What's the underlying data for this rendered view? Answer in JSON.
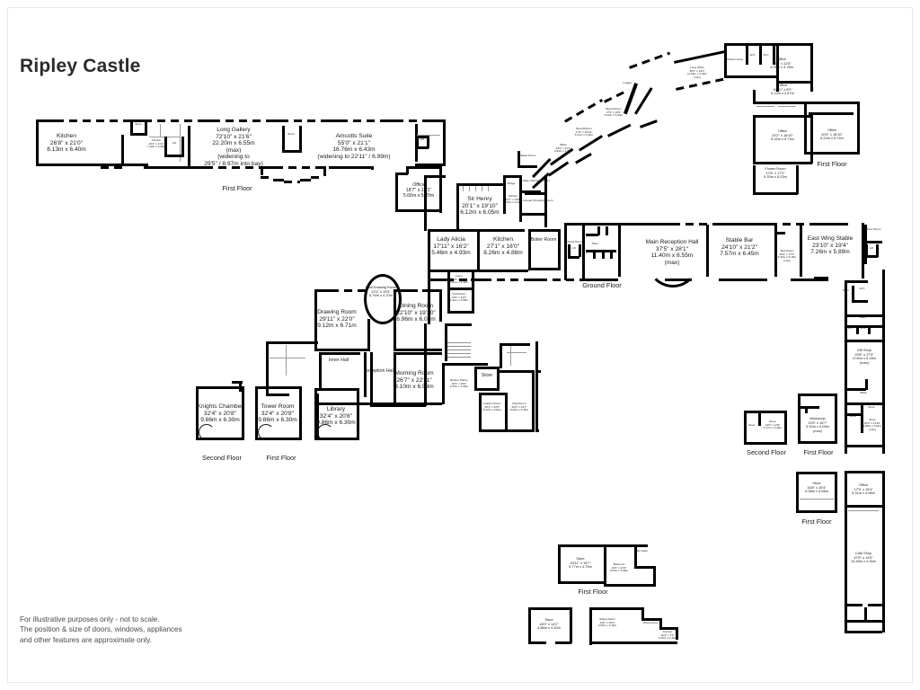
{
  "document": {
    "title": "Ripley Castle",
    "disclaimer": [
      "For illustrative purposes only - not to scale.",
      "The position & size of doors, windows, appliances",
      "and other features are approximate only."
    ]
  },
  "floor_labels": [
    {
      "id": "ff-long-gallery",
      "text": "First Floor"
    },
    {
      "id": "gf-main",
      "text": "Ground Floor"
    },
    {
      "id": "sf-knights",
      "text": "Second Floor"
    },
    {
      "id": "ff-tower",
      "text": "First Floor"
    },
    {
      "id": "ff-office-right",
      "text": "First Floor"
    },
    {
      "id": "sf-store-right",
      "text": "Second Floor"
    },
    {
      "id": "ff-workshop",
      "text": "First Floor"
    },
    {
      "id": "ff-store-right2",
      "text": "First Floor"
    },
    {
      "id": "ff-store-bottom",
      "text": "First Floor"
    }
  ],
  "rooms": {
    "kitchen_main": {
      "name": "Kitchen",
      "imperial": "26'8\" x 21'0\"",
      "metric": "8.13m x 6.40m"
    },
    "kitchen_small": {
      "name": "Kitchen",
      "imperial": "23'4\" x 11'2\"",
      "metric": "7.10m x 3.40m"
    },
    "store_gallery": {
      "name": "Store"
    },
    "lift_gallery": {
      "name": "Lift"
    },
    "long_gallery": {
      "name": "Long Gallery",
      "imperial": "72'10\" x 21'6\"",
      "metric": "22.20m x 6.55m",
      "note1": "(max)",
      "note2": "(widening to",
      "note3": "29'5\" / 8.97m into bay)"
    },
    "amcotts_suite": {
      "name": "Amcotts Suite",
      "imperial": "55'0\" x 21'1\"",
      "metric": "16.76m x 6.43m",
      "note1": "(widening to 22'11\" / 6.99m)"
    },
    "store_amcotts": {
      "name": "Store"
    },
    "lift_amcotts": {
      "name": "Lift"
    },
    "office_amcotts": {
      "name": "Office",
      "imperial": "18'7\" x 17'1\"",
      "metric": "5.66m x 5.20m"
    },
    "sir_henry": {
      "name": "Sir Henry",
      "imperial": "20'1\" x 19'10\"",
      "metric": "6.12m x 6.05m"
    },
    "lady_alicia": {
      "name": "Lady Alicia",
      "imperial": "17'11\" x 16'2\"",
      "metric": "5.46m x 4.93m"
    },
    "kitchen_centre": {
      "name": "Kitchen",
      "imperial": "27'1\" x 16'0\"",
      "metric": "8.26m x 4.88m"
    },
    "kitchen_tiny": {
      "name": "Kitchen",
      "imperial": "11'7\" x 10'6\"",
      "metric": "3.53m x 3.20m"
    },
    "fridge": {
      "name": "Fridge"
    },
    "male_changing": {
      "name": "Male Changing Room"
    },
    "female_changing": {
      "name": "Female Changing Room"
    },
    "boiler_room_c": {
      "name": "Boiler Room"
    },
    "linen": {
      "name": "Linen",
      "imperial": "12'6\" x 7'10\"",
      "metric": "3.81m x 2.39m"
    },
    "cold_room": {
      "name": "Cold Room",
      "imperial": "13'6\" x 12'0\"",
      "metric": "4.11m x 3.66m"
    },
    "butlers_pantry": {
      "name": "Butlers Pantry",
      "imperial": "16'2\" x 10'0\"",
      "metric": "4.93m x 3.05m"
    },
    "store_centre": {
      "name": "Store"
    },
    "garden_room": {
      "name": "Garden Room",
      "imperial": "20'1\" x 12'6\"",
      "metric": "6.12m x 3.81m"
    },
    "map_room": {
      "name": "Map Room",
      "imperial": "20'3\" x 14'7\"",
      "metric": "6.20m x 4.45m"
    },
    "oval_drawing": {
      "name": "Oval Drawing Room",
      "imperial": "22'2\" x 15'5\"",
      "metric": "6.76m x 4.70m"
    },
    "drawing_room": {
      "name": "Drawing Room",
      "imperial": "29'11\" x 22'0\"",
      "metric": "9.12m x 6.71m"
    },
    "dining_room": {
      "name": "Dining Room",
      "imperial": "22'10\" x 19'10\"",
      "metric": "6.96m x 6.05m"
    },
    "inner_hall": {
      "name": "Inner Hall"
    },
    "reception_hall": {
      "name": "Reception Hall"
    },
    "morning_room": {
      "name": "Morning Room",
      "imperial": "26'7\" x 22'11\"",
      "metric": "8.10m x 6.99m"
    },
    "knights_chamber": {
      "name": "Knights Chamber",
      "imperial": "32'4\" x 20'8\"",
      "metric": "9.86m x 6.30m"
    },
    "tower_room": {
      "name": "Tower Room",
      "imperial": "32'4\" x 20'8\"",
      "metric": "9.86m x 6.30m"
    },
    "library": {
      "name": "Library",
      "imperial": "32'4\" x 20'8\"",
      "metric": "9.86m x 6.30m"
    },
    "main_reception_hall": {
      "name": "Main Reception Hall",
      "imperial": "37'5\" x 28'1\"",
      "metric": "11.40m x 8.55m",
      "note1": "(max)"
    },
    "stable_bar": {
      "name": "Stable Bar",
      "imperial": "24'10\" x 21'2\"",
      "metric": "7.57m x 6.45m"
    },
    "east_wing_stable": {
      "name": "East Wing Stable",
      "imperial": "23'10\" x 19'4\"",
      "metric": "7.26m x 5.89m"
    },
    "tack_room": {
      "name": "Tack Room",
      "imperial": "20'2\" x 17'0\"",
      "metric": "6.15m x 5.18m",
      "note1": "(max)"
    },
    "toilet_gf": {
      "name": "Toilet"
    },
    "lift_gf": {
      "name": "Lift"
    },
    "motor_room_gf": {
      "name": "Motor Room"
    },
    "motor_room_e": {
      "name": "Motor Room"
    },
    "lift_e": {
      "name": "Lift"
    },
    "toilet_e": {
      "name": "Toilet"
    },
    "toilet_e2": {
      "name": "Toilet"
    },
    "wc_e1": {
      "name": "W.C."
    },
    "wc_e2": {
      "name": "W.C."
    },
    "wc_e3": {
      "name": "W.C."
    },
    "gift_shop": {
      "name": "Gift Shop",
      "imperial": "29'8\" x 17'0\"",
      "metric": "9.04m x 5.18m",
      "note1": "(max)"
    },
    "office_gift": {
      "name": "Office"
    },
    "store_gift": {
      "name": "Store"
    },
    "store_gift2": {
      "name": "Store"
    },
    "store_gift3": {
      "name": "Store",
      "imperial": "16'0\" x 11'10\"",
      "metric": "4.88m x 3.61m",
      "note1": "(max)"
    },
    "loggia": {
      "name": "Loggia"
    },
    "board_room_1": {
      "name": "Board Room",
      "imperial": "17'2\" x 16'6\"",
      "metric": "5.23m x 5.03m"
    },
    "board_room_2": {
      "name": "Board Room",
      "imperial": "17'3\" x 10'10\"",
      "metric": "5.21m x 3.30m"
    },
    "long_office": {
      "name": "Long Office",
      "imperial": "38'3\" x 14'2\"",
      "metric": "11.66m x 4.32m",
      "note1": "(max)"
    },
    "office_corridor": {
      "name": "Office",
      "imperial": "16'2\" x 11'1\"",
      "metric": "3.94m x 3.38m"
    },
    "boiler_room_corr": {
      "name": "Boiler Room"
    },
    "kitchen_area_ne": {
      "name": "Kitchen Area"
    },
    "wc_ne1": {
      "name": "W.C."
    },
    "wc_ne2": {
      "name": "W.C."
    },
    "office_ne_top": {
      "name": "Office",
      "imperial": "13'4\" x 12'5\"",
      "metric": "4.06m x 3.78m"
    },
    "office_ne_mid": {
      "name": "Office",
      "imperial": "16'10\" x 8'9\"",
      "metric": "5.13m x 2.67m"
    },
    "office_ne_lower": {
      "name": "Office",
      "imperial": "20'2\" x 18'10\"",
      "metric": "6.15m x 5.74m"
    },
    "office_ne_right": {
      "name": "Office",
      "imperial": "20'5\" x 18'10\"",
      "metric": "6.22m x 5.74m"
    },
    "flower_room": {
      "name": "Flower Room",
      "imperial": "17'6\" x 17'2\"",
      "metric": "5.33m x 5.23m"
    },
    "store_sf_right": {
      "name": "Store",
      "imperial": "14'0\" x 11'5\"",
      "metric": "4.27m x 3.48m"
    },
    "workshop": {
      "name": "Workshop",
      "imperial": "19'5\" x 16'7\"",
      "metric": "5.92m x 5.05m",
      "note1": "(max)"
    },
    "store_right_ff": {
      "name": "Store",
      "imperial": "16'8\" x 16'4\"",
      "metric": "5.08m x 4.98m"
    },
    "office_right_ff": {
      "name": "Office",
      "imperial": "17'5\" x 16'4\"",
      "metric": "5.31m x 4.98m"
    },
    "cafe_shop": {
      "name": "Cafe Shop",
      "imperial": "47'5\" x 14'5\"",
      "metric": "14.45m x 4.39m"
    },
    "store_bottom": {
      "name": "Store",
      "imperial": "18'11\" x 15'7\"",
      "metric": "5.77m x 4.75m"
    },
    "bedroom_bottom": {
      "name": "Bedroom",
      "imperial": "13'0\" x 12'0\"",
      "metric": "3.53m x 3.66m"
    },
    "en_suite_bottom": {
      "name": "En-Suite"
    },
    "store_lower": {
      "name": "Store",
      "imperial": "16'0\" x 14'2\"",
      "metric": "4.88m x 4.32m"
    },
    "sitting_room": {
      "name": "Sitting Room",
      "imperial": "13'0\" x 10'6\"",
      "metric": "3.96m x 3.20m"
    },
    "dining_area_b": {
      "name": "Dining Area"
    },
    "kitchen_b": {
      "name": "Kitchen",
      "imperial": "10'4\" x 7'1\"",
      "metric": "3.15m x 2.16m"
    }
  }
}
